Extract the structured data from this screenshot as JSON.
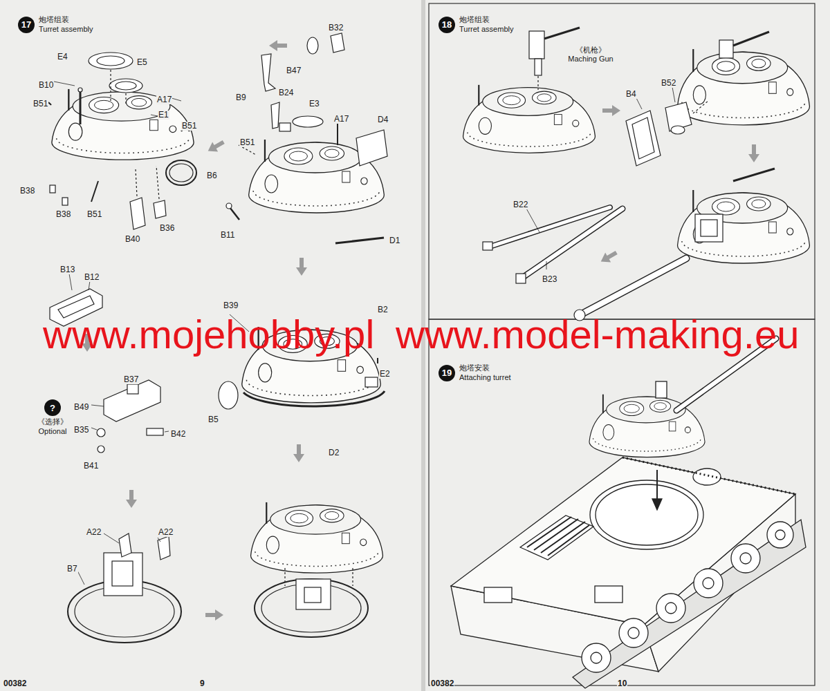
{
  "diagram": {
    "nodes": [
      {
        "text": [
          "17",
          "炮塔组装",
          "Turret assembly"
        ]
      },
      {
        "text": [
          "?",
          "《选择》 Optional"
        ]
      },
      {
        "text": [
          "18",
          "炮塔组装",
          "Turret assembly"
        ]
      },
      {
        "text": [
          "19",
          "炮塔安装",
          "Attaching turret"
        ]
      }
    ],
    "labels": [
      "E4",
      "E5",
      "B10",
      "A17",
      "B51",
      "E1",
      "B51",
      "B6",
      "B38",
      "B38",
      "B51",
      "B40",
      "B36",
      "B47",
      "B32",
      "B9",
      "B24",
      "E3",
      "A17",
      "D4",
      "B51",
      "B11",
      "D1",
      "B13",
      "B12",
      "B39",
      "B2",
      "E2",
      "B5",
      "D2",
      "B37",
      "B49",
      "B35",
      "B42",
      "B41",
      "A22",
      "A22",
      "B7",
      "《机枪》 Maching Gun",
      "B4",
      "B52",
      "B22",
      "B23",
      "www.mojehobby.pl",
      "www.model-making.eu",
      "00382",
      "9",
      "00382",
      "10"
    ]
  }
}
